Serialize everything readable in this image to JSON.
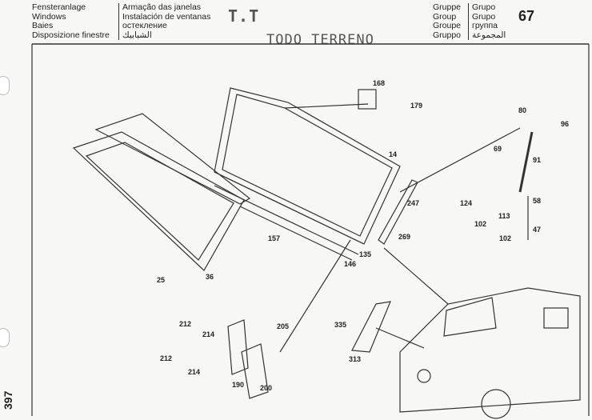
{
  "header": {
    "titles_left": [
      "Fensteranlage",
      "Windows",
      "Baies",
      "Disposizione finestre"
    ],
    "titles_middle": [
      "Armação das janelas",
      "Instalación de ventanas",
      "остекление",
      "الشبابيك"
    ],
    "group_labels_left": [
      "Gruppe",
      "Group",
      "Groupe",
      "Gruppo"
    ],
    "group_labels_right": [
      "Grupo",
      "Grupo",
      "группа",
      "المجموعة"
    ],
    "group_number": "67"
  },
  "stamps": {
    "tt": "T.T",
    "todo_terreno": "TODO TERRENO"
  },
  "page_number": "397",
  "callouts": [
    "168",
    "179",
    "80",
    "96",
    "14",
    "69",
    "91",
    "247",
    "58",
    "124",
    "113",
    "102",
    "102",
    "47",
    "269",
    "157",
    "135",
    "146",
    "25",
    "36",
    "212",
    "214",
    "205",
    "335",
    "212",
    "214",
    "313",
    "190",
    "200"
  ]
}
